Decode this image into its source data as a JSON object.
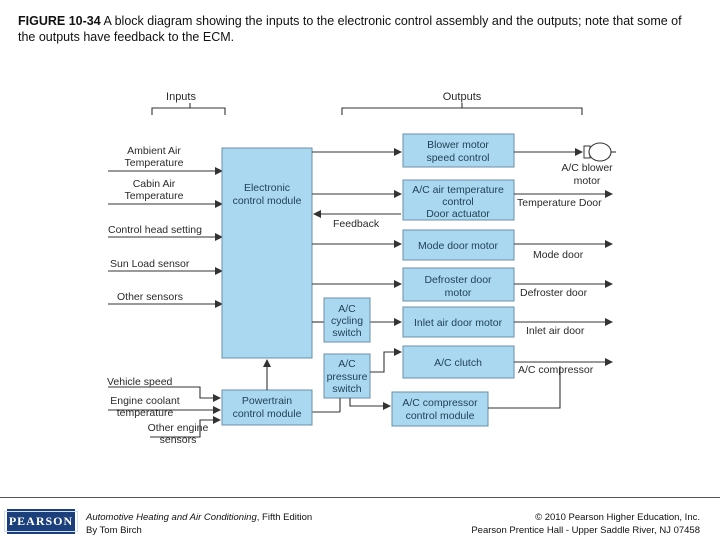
{
  "caption": {
    "figure_no": "FIGURE 10-34",
    "text": "A block diagram showing the inputs to the electronic control assembly and the outputs; note that some of the outputs have feedback to the ECM."
  },
  "headers": {
    "inputs": "Inputs",
    "outputs": "Outputs"
  },
  "inputs": {
    "ambient_1": "Ambient Air",
    "ambient_2": "Temperature",
    "cabin_1": "Cabin Air",
    "cabin_2": "Temperature",
    "control_head": "Control head setting",
    "sun_load": "Sun Load sensor",
    "other": "Other sensors",
    "vehicle_speed": "Vehicle speed",
    "coolant_1": "Engine coolant",
    "coolant_2": "temperature",
    "other_engine_1": "Other engine",
    "other_engine_2": "sensors"
  },
  "blocks": {
    "ecm_1": "Electronic",
    "ecm_2": "control module",
    "pcm_1": "Powertrain",
    "pcm_2": "control module",
    "ac_cycling_1": "A/C",
    "ac_cycling_2": "cycling",
    "ac_cycling_3": "switch",
    "ac_pressure_1": "A/C",
    "ac_pressure_2": "pressure",
    "ac_pressure_3": "switch",
    "ac_comp_module_1": "A/C compressor",
    "ac_comp_module_2": "control module",
    "blower_1": "Blower motor",
    "blower_2": "speed control",
    "ac_air_temp_1": "A/C air temperature",
    "ac_air_temp_2": "control",
    "ac_air_temp_3": "Door actuator",
    "mode_door_motor": "Mode door motor",
    "defroster_1": "Defroster door",
    "defroster_2": "motor",
    "inlet_motor": "Inlet air door motor",
    "ac_clutch": "A/C clutch"
  },
  "feedback": "Feedback",
  "outputs": {
    "ac_blower_1": "A/C blower",
    "ac_blower_2": "motor",
    "temp_door": "Temperature Door",
    "mode_door": "Mode door",
    "defroster_door": "Defroster door",
    "inlet_air_door": "Inlet air door",
    "ac_compressor": "A/C compressor"
  },
  "footer": {
    "logo": "PEARSON",
    "book_title": "Automotive Heating and Air Conditioning",
    "book_edition": ", Fifth Edition",
    "author": "By Tom Birch",
    "copyright": "© 2010 Pearson Higher Education, Inc.",
    "publisher": "Pearson Prentice Hall - Upper Saddle River, NJ 07458"
  }
}
